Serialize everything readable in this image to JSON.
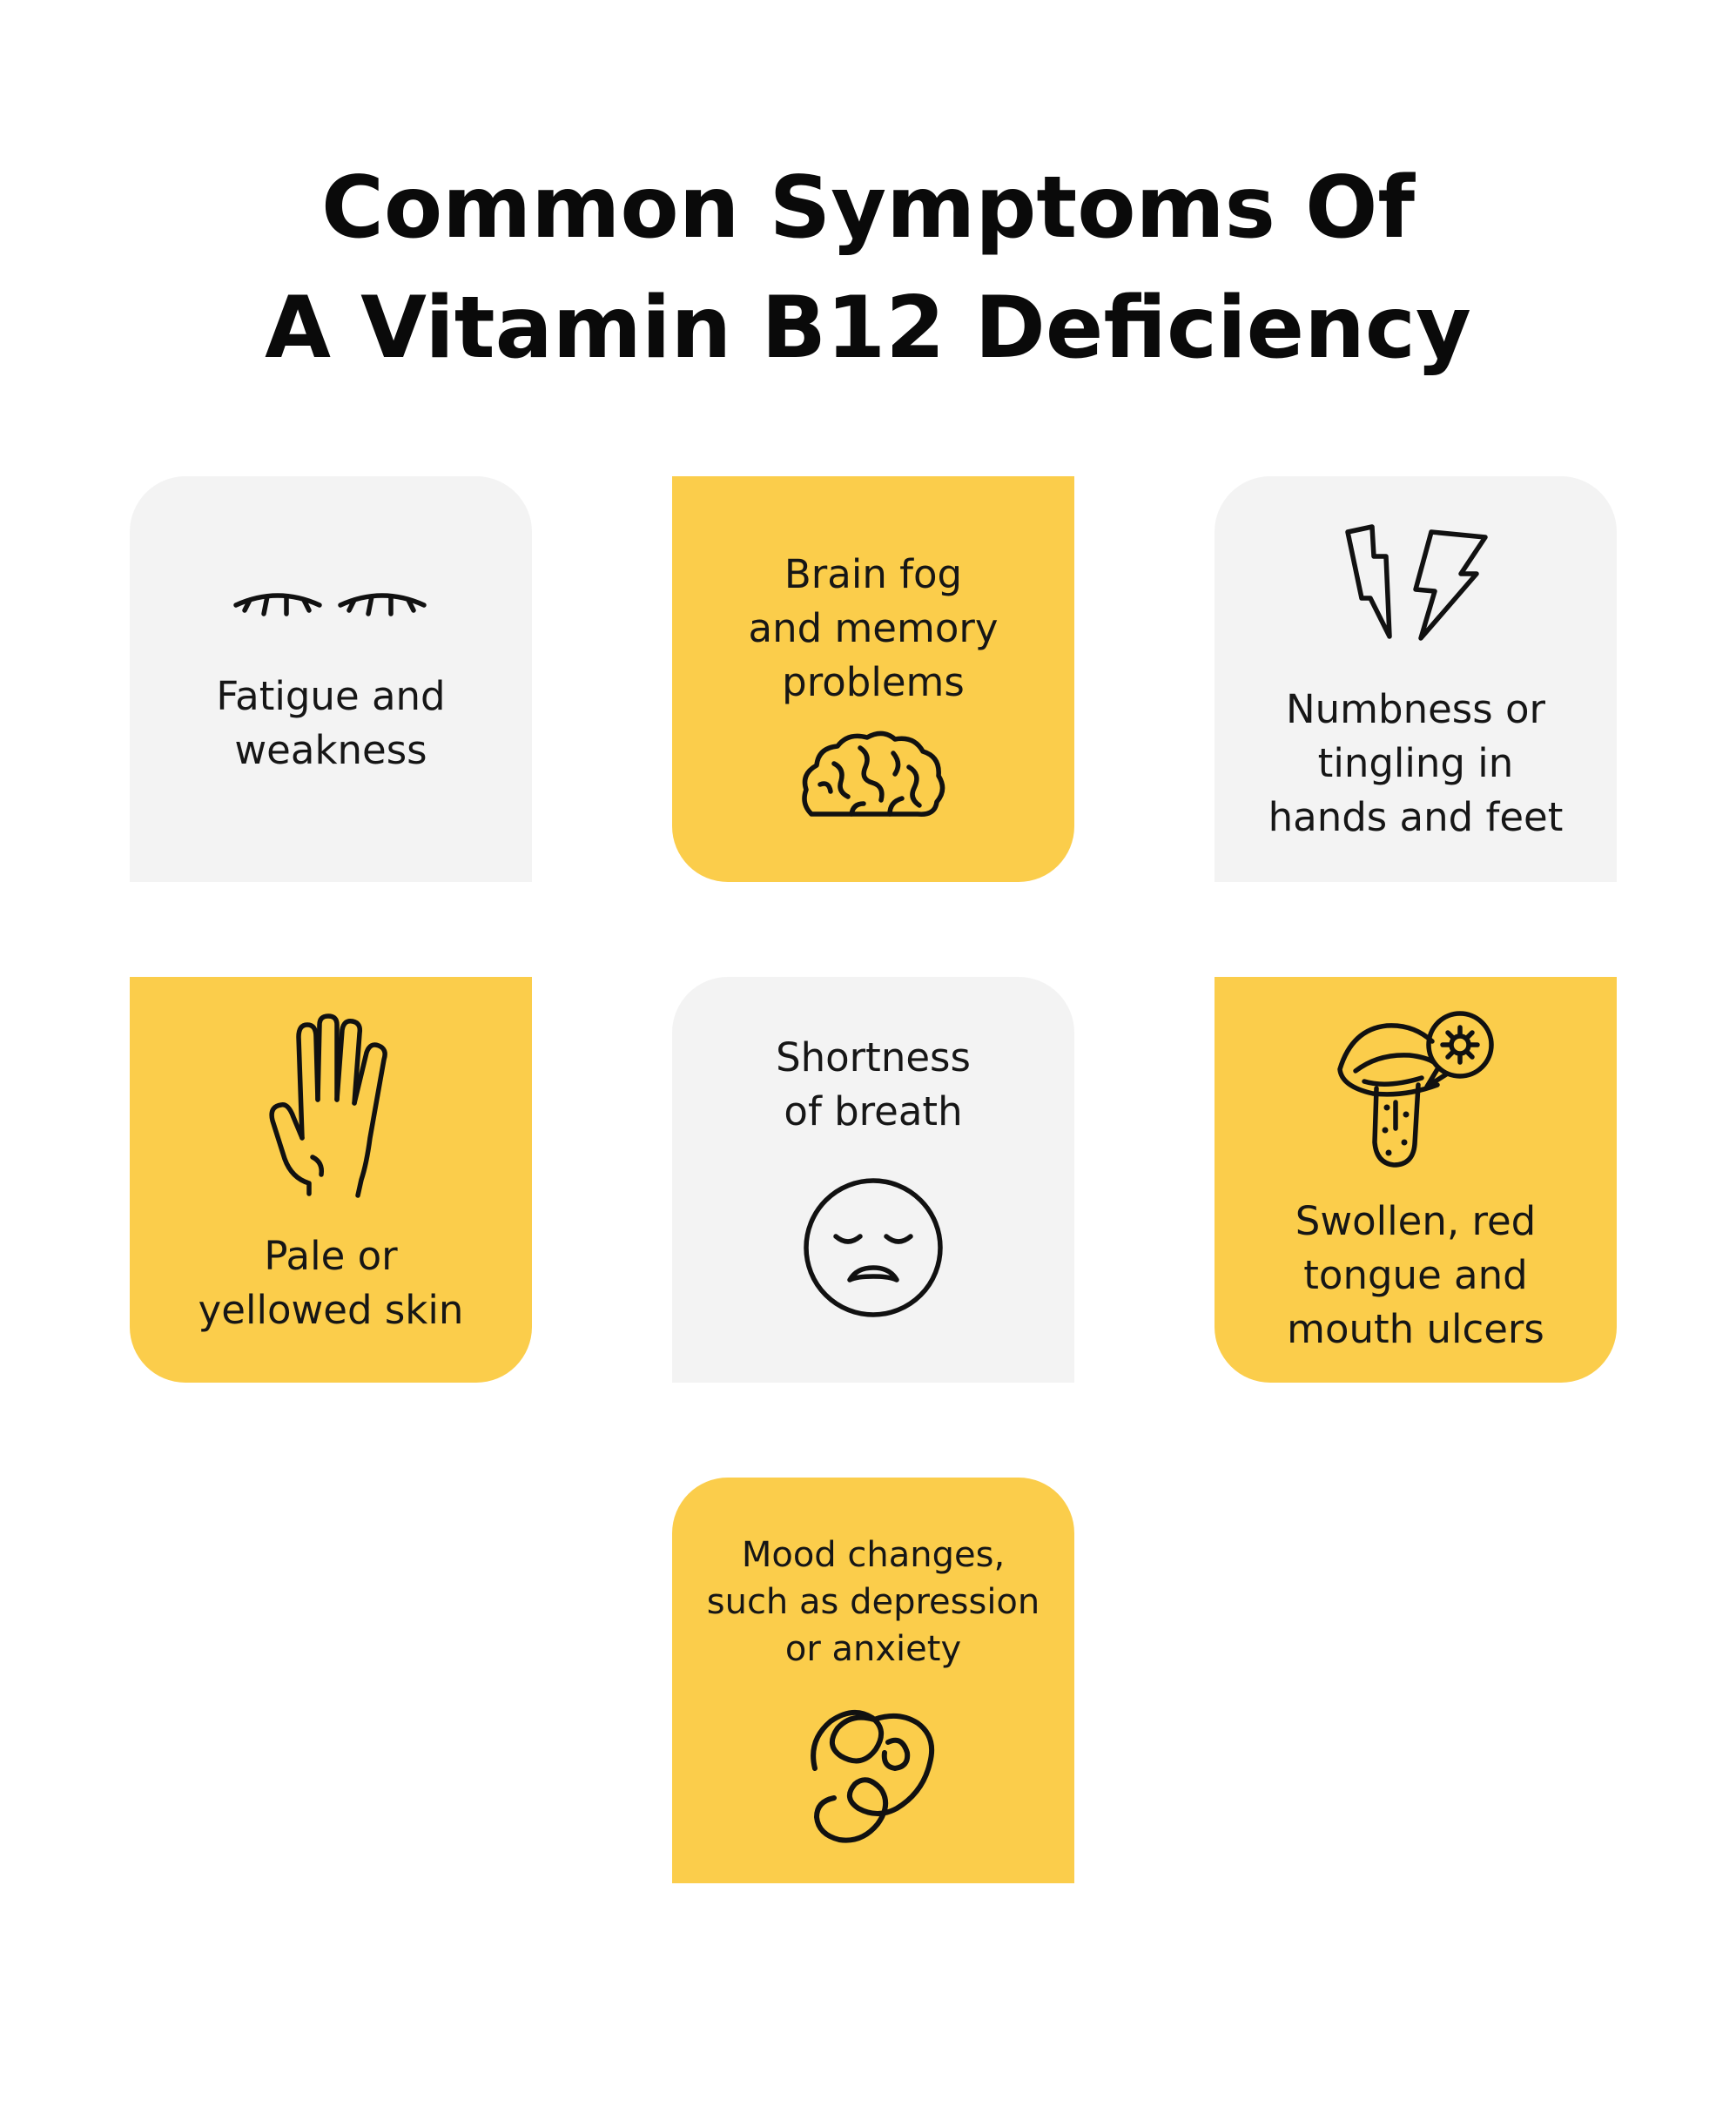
{
  "title": {
    "line1": "Common Symptoms Of",
    "line2": "A Vitamin B12 Deficiency"
  },
  "colors": {
    "gray_card": "#f3f3f3",
    "yellow_card": "#fbcd4b",
    "text": "#111111",
    "icon_stroke": "#111111"
  },
  "cards": {
    "fatigue": {
      "label": "Fatigue and\nweakness",
      "icon": "closed-eyes-icon",
      "color": "gray"
    },
    "brain_fog": {
      "label": "Brain fog\nand memory\nproblems",
      "icon": "brain-icon",
      "color": "yellow"
    },
    "numbness": {
      "label": "Numbness or\ntingling in\nhands and feet",
      "icon": "lightning-bolts-icon",
      "color": "gray"
    },
    "pale_skin": {
      "label": "Pale or\nyellowed skin",
      "icon": "hand-icon",
      "color": "yellow"
    },
    "breath": {
      "label": "Shortness\nof breath",
      "icon": "sad-face-icon",
      "color": "gray"
    },
    "tongue": {
      "label": "Swollen, red\ntongue and\nmouth ulcers",
      "icon": "tongue-virus-icon",
      "color": "yellow"
    },
    "mood": {
      "label": "Mood changes,\nsuch as depression\nor anxiety",
      "icon": "scribble-icon",
      "color": "yellow"
    }
  }
}
